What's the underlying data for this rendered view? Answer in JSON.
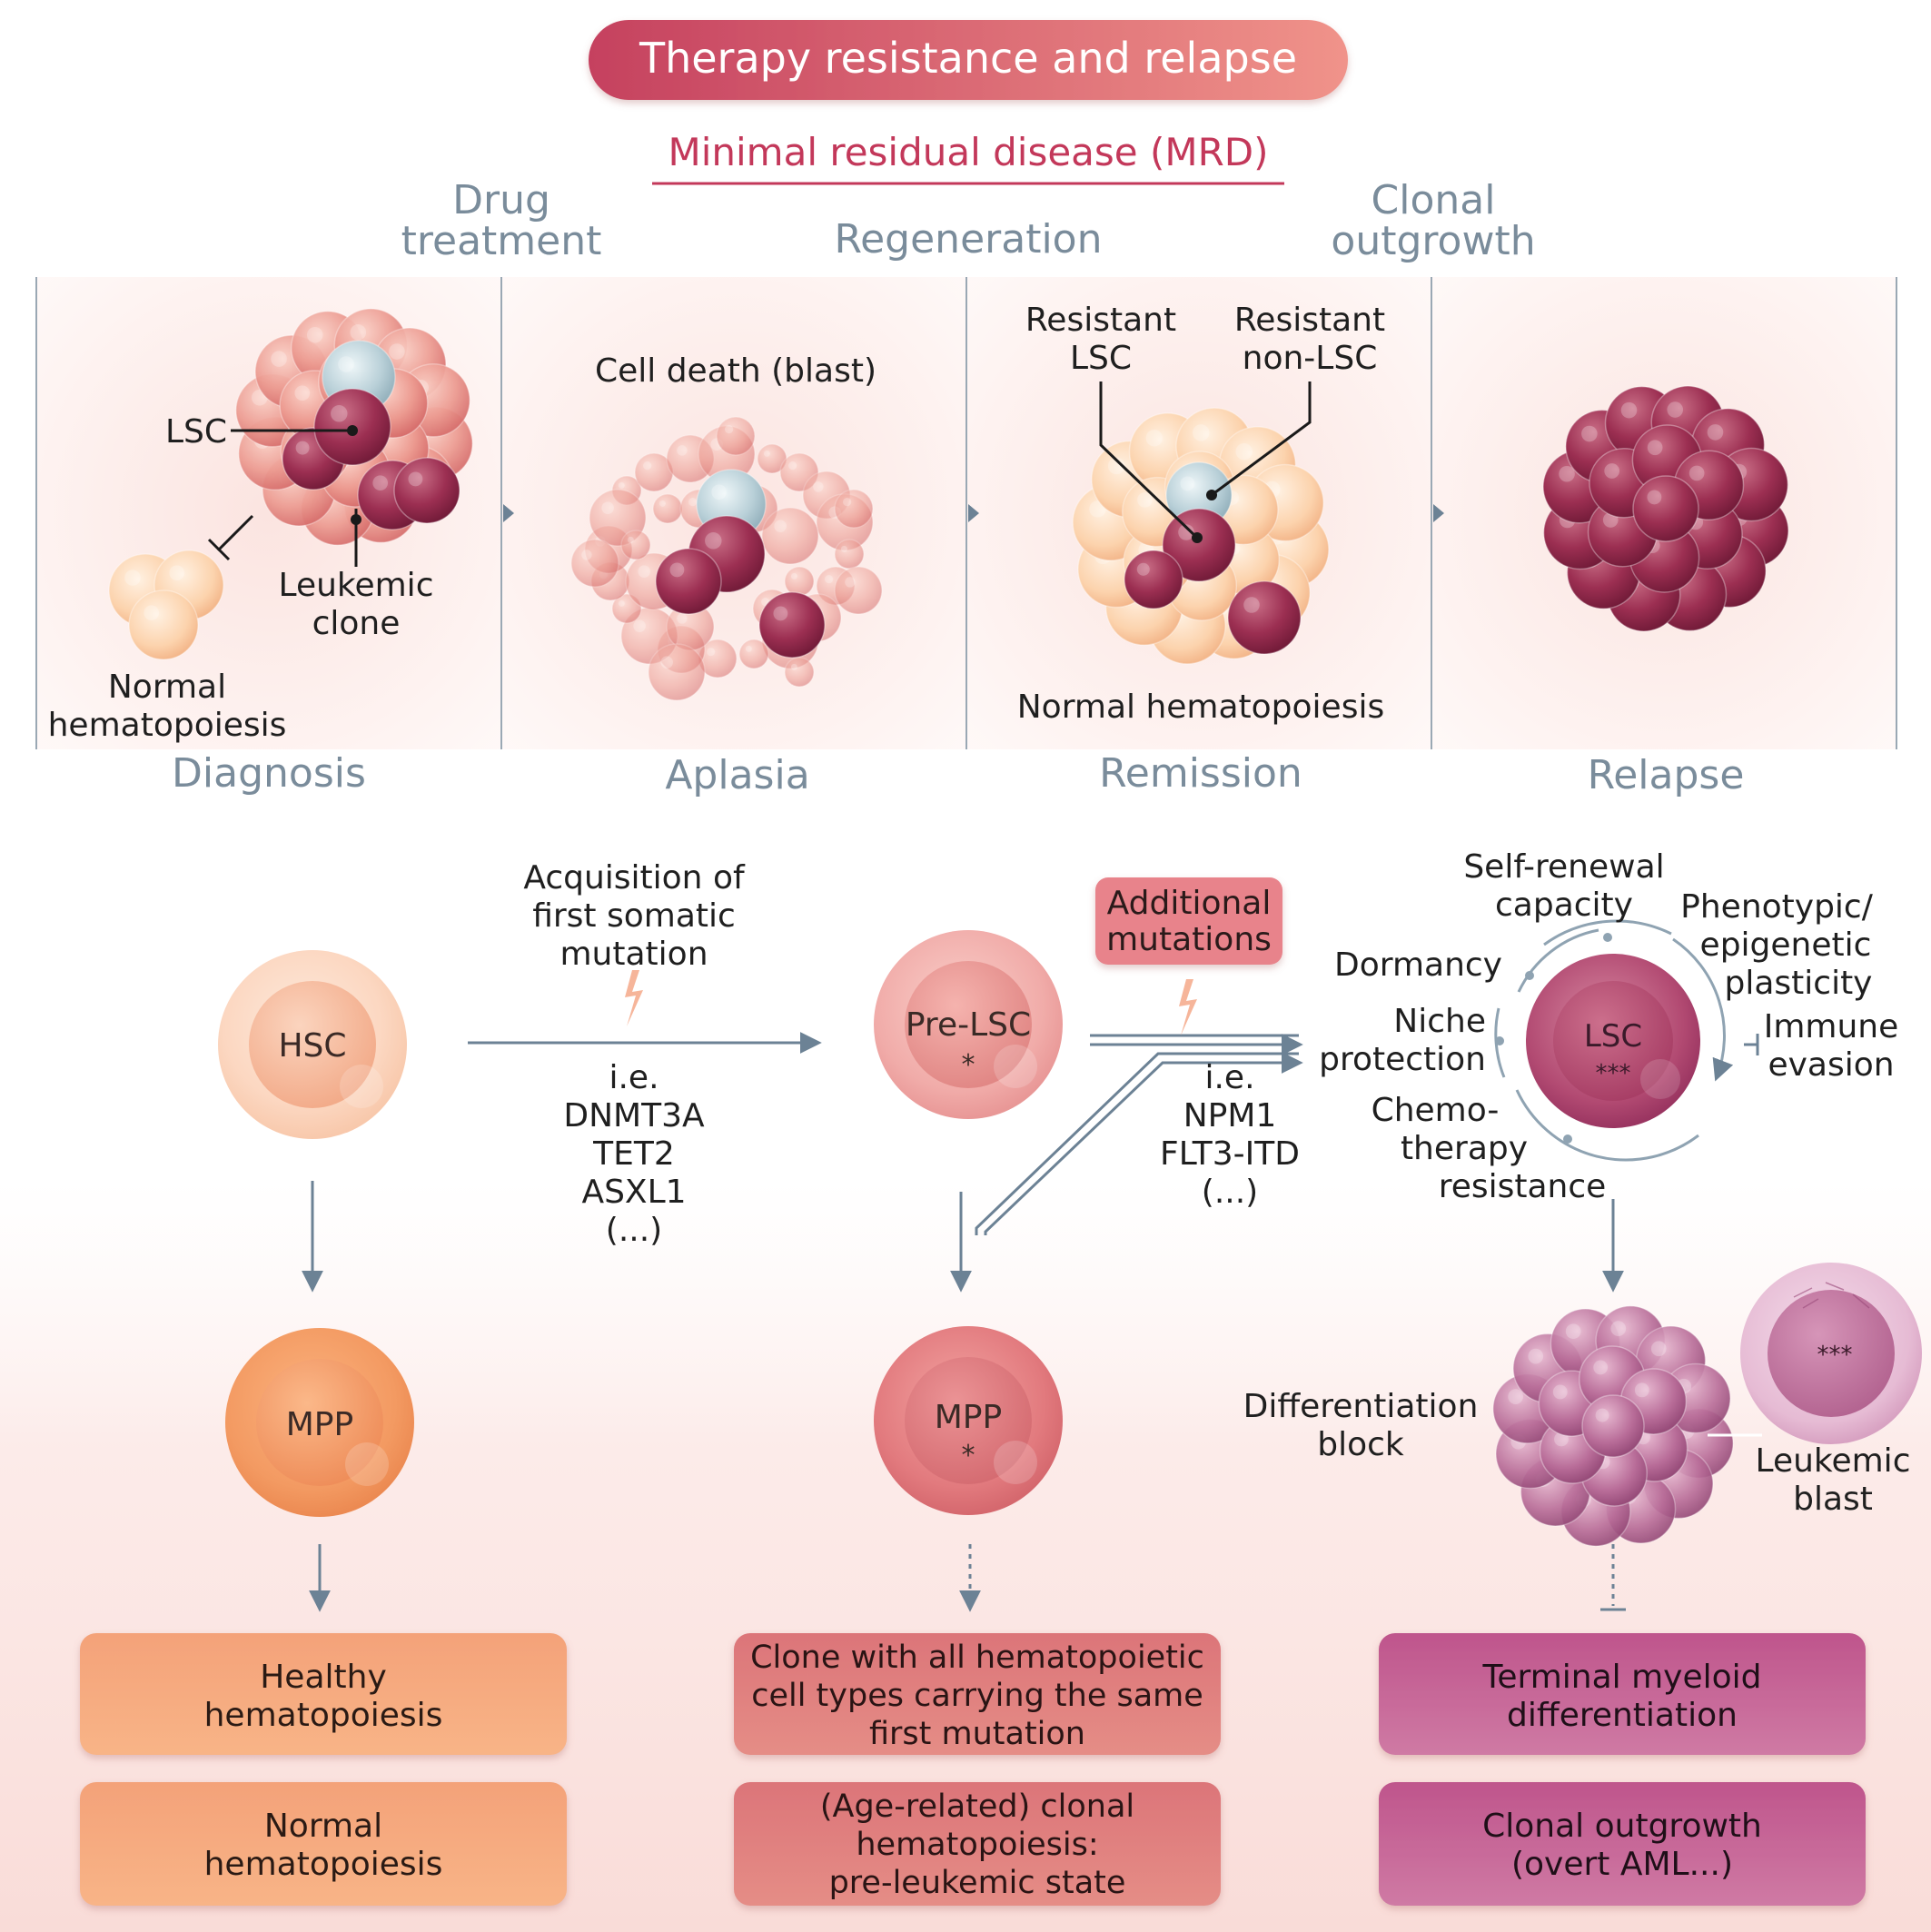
{
  "title": "Therapy resistance and relapse",
  "mrd": "Minimal residual disease (MRD)",
  "top": {
    "transitions": {
      "drug": [
        "Drug",
        "treatment"
      ],
      "regen": "Regeneration",
      "clonal": [
        "Clonal",
        "outgrowth"
      ]
    },
    "stages": {
      "diagnosis": "Diagnosis",
      "aplasia": "Aplasia",
      "remission": "Remission",
      "relapse": "Relapse"
    },
    "diagnosis_labels": {
      "lsc": "LSC",
      "leukemic": [
        "Leukemic",
        "clone"
      ],
      "normal": [
        "Normal",
        "hematopoiesis"
      ]
    },
    "aplasia_label": "Cell death (blast)",
    "remission_labels": {
      "resistant_lsc": [
        "Resistant",
        "LSC"
      ],
      "resistant_non": [
        "Resistant",
        "non-LSC"
      ],
      "normal": "Normal hematopoiesis"
    }
  },
  "bottom": {
    "cells": {
      "hsc": "HSC",
      "mpp_healthy": "MPP",
      "pre_lsc": "Pre-LSC",
      "pre_lsc_mark": "*",
      "mpp_clone": "MPP",
      "mpp_clone_mark": "*",
      "lsc": "LSC",
      "lsc_mark": "***",
      "blast_mark": "***"
    },
    "acquisition": [
      "Acquisition of",
      "first somatic",
      "mutation"
    ],
    "first_mutations": [
      "i.e.",
      "DNMT3A",
      "TET2",
      "ASXL1",
      "(...)"
    ],
    "additional_mutations": [
      "Additional",
      "mutations"
    ],
    "second_mutations": [
      "i.e.",
      "NPM1",
      "FLT3-ITD",
      "(...)"
    ],
    "lsc_properties": {
      "self_renewal": [
        "Self-renewal",
        "capacity"
      ],
      "phenotypic": [
        "Phenotypic/",
        "epigenetic",
        "plasticity"
      ],
      "dormancy": "Dormancy",
      "niche": [
        "Niche",
        "protection"
      ],
      "chemo": [
        "Chemo-",
        "therapy",
        "resistance"
      ],
      "immune": [
        "Immune",
        "evasion"
      ]
    },
    "differentiation_block": [
      "Differentiation",
      "block"
    ],
    "leukemic_blast": [
      "Leukemic",
      "blast"
    ],
    "boxes": {
      "healthy": [
        "Healthy",
        "hematopoiesis"
      ],
      "normal": [
        "Normal",
        "hematopoiesis"
      ],
      "clone": [
        "Clone with all hematopoietic",
        "cell types carrying the same",
        "first mutation"
      ],
      "age_related": [
        "(Age-related) clonal",
        "hematopoiesis:",
        "pre-leukemic state"
      ],
      "terminal": [
        "Terminal myeloid",
        "differentiation"
      ],
      "overt": [
        "Clonal outgrowth",
        "(overt AML...)"
      ]
    }
  },
  "colors": {
    "title_grad_start": "#c54463",
    "title_grad_end": "#ef8f86",
    "mrd_text": "#c3385a",
    "stage_text": "#7a8c9b",
    "label_text": "#1f1f1f",
    "arrow": "#6c8295",
    "box_orange": "#f6a77a",
    "box_red": "#e07b7e",
    "box_purple": "#c35d8f",
    "additional_box": "#e8838b"
  }
}
